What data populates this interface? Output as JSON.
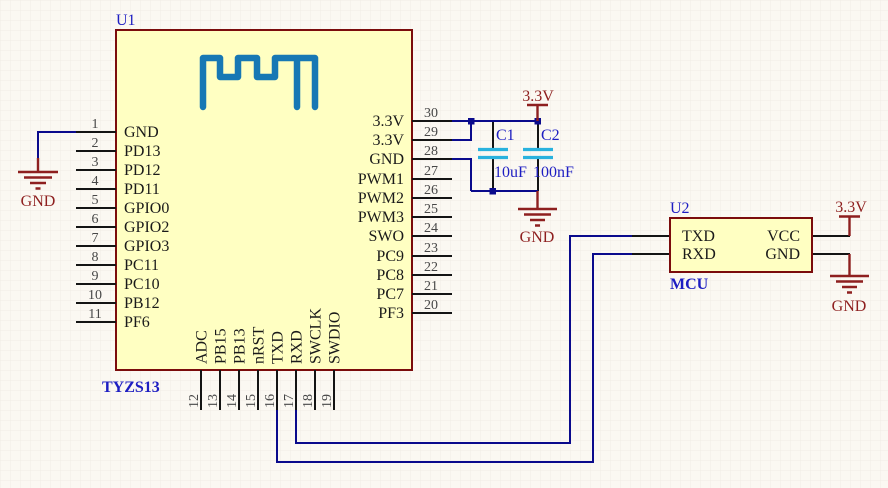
{
  "schematic": {
    "u1": {
      "designator": "U1",
      "part_label": "TYZS13",
      "left_pins": [
        {
          "num": "1",
          "label": "GND"
        },
        {
          "num": "2",
          "label": "PD13"
        },
        {
          "num": "3",
          "label": "PD12"
        },
        {
          "num": "4",
          "label": "PD11"
        },
        {
          "num": "5",
          "label": "GPIO0"
        },
        {
          "num": "6",
          "label": "GPIO2"
        },
        {
          "num": "7",
          "label": "GPIO3"
        },
        {
          "num": "8",
          "label": "PC11"
        },
        {
          "num": "9",
          "label": "PC10"
        },
        {
          "num": "10",
          "label": "PB12"
        },
        {
          "num": "11",
          "label": "PF6"
        }
      ],
      "right_pins": [
        {
          "num": "30",
          "label": "3.3V"
        },
        {
          "num": "29",
          "label": "3.3V"
        },
        {
          "num": "28",
          "label": "GND"
        },
        {
          "num": "27",
          "label": "PWM1"
        },
        {
          "num": "26",
          "label": "PWM2"
        },
        {
          "num": "25",
          "label": "PWM3"
        },
        {
          "num": "24",
          "label": "SWO"
        },
        {
          "num": "23",
          "label": "PC9"
        },
        {
          "num": "22",
          "label": "PC8"
        },
        {
          "num": "21",
          "label": "PC7"
        },
        {
          "num": "20",
          "label": "PF3"
        }
      ],
      "bottom_pins": [
        {
          "num": "12",
          "label": "ADC"
        },
        {
          "num": "13",
          "label": "PB15"
        },
        {
          "num": "14",
          "label": "PB13"
        },
        {
          "num": "15",
          "label": "nRST"
        },
        {
          "num": "16",
          "label": "TXD"
        },
        {
          "num": "17",
          "label": "RXD"
        },
        {
          "num": "18",
          "label": "SWCLK"
        },
        {
          "num": "19",
          "label": "SWDIO"
        }
      ]
    },
    "u2": {
      "designator": "U2",
      "part_label": "MCU",
      "pins": {
        "txd": "TXD",
        "rxd": "RXD",
        "vcc": "VCC",
        "gnd": "GND"
      }
    },
    "capacitors": [
      {
        "designator": "C1",
        "value": "10uF"
      },
      {
        "designator": "C2",
        "value": "100nF"
      }
    ],
    "power_nets": {
      "gnd_u1": "GND",
      "v33_caps": "3.3V",
      "gnd_caps": "GND",
      "v33_u2": "3.3V",
      "gnd_u2": "GND"
    },
    "colors": {
      "wire": "#0A0A8C",
      "pin": "#141414",
      "power_symbol": "#8e1f1f",
      "designator_text": "#1d1dc2",
      "component_fill": "#FFFFC2",
      "component_border": "#7b0c0c",
      "antenna": "#1778B4",
      "capacitor_plate": "#29B2DE"
    }
  }
}
